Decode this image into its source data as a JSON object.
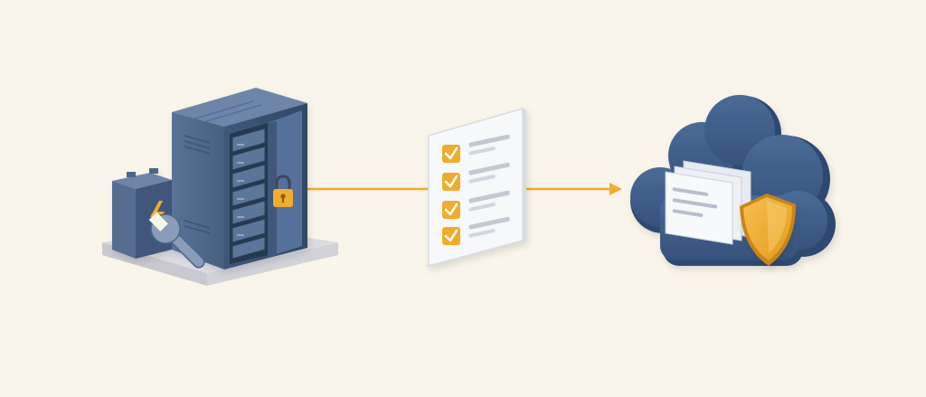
{
  "colors": {
    "background": "#f9f5ea",
    "accent": "#f0ac2e",
    "rack": "#4d6589",
    "rack_dark": "#2f4466",
    "cloud": "#3e5d88",
    "platform": "#e4e4e8"
  },
  "nodes": [
    {
      "id": "on-prem-server",
      "icon": "server-rack-icon",
      "accessories": [
        "battery-icon",
        "wrench-icon",
        "padlock-icon"
      ]
    },
    {
      "id": "checklist",
      "icon": "checklist-document-icon",
      "checked_items": 4
    },
    {
      "id": "cloud-storage",
      "icon": "cloud-icon",
      "accessories": [
        "stacked-documents-icon",
        "shield-icon"
      ]
    }
  ],
  "connectors": [
    {
      "from": "on-prem-server",
      "to": "checklist",
      "style": "line"
    },
    {
      "from": "checklist",
      "to": "cloud-storage",
      "style": "arrow"
    }
  ]
}
